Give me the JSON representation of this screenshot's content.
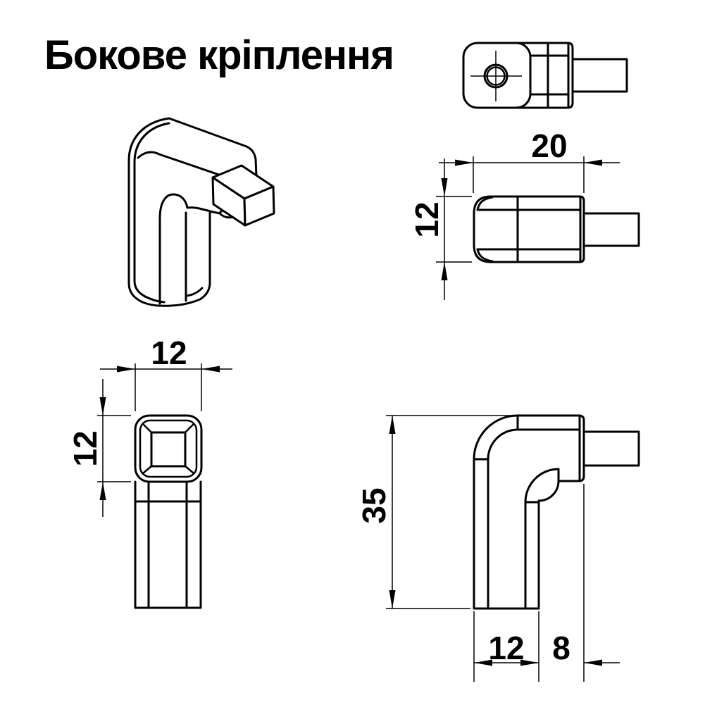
{
  "title": "Бокове кріплення",
  "part": "side-mounting-bracket",
  "colors": {
    "line": "#000000",
    "background": "#ffffff"
  },
  "dim_labels": {
    "front_length": "20",
    "front_height": "12",
    "end_width": "12",
    "end_height": "12",
    "side_height": "35",
    "side_leg": "12",
    "side_peg": "8"
  }
}
